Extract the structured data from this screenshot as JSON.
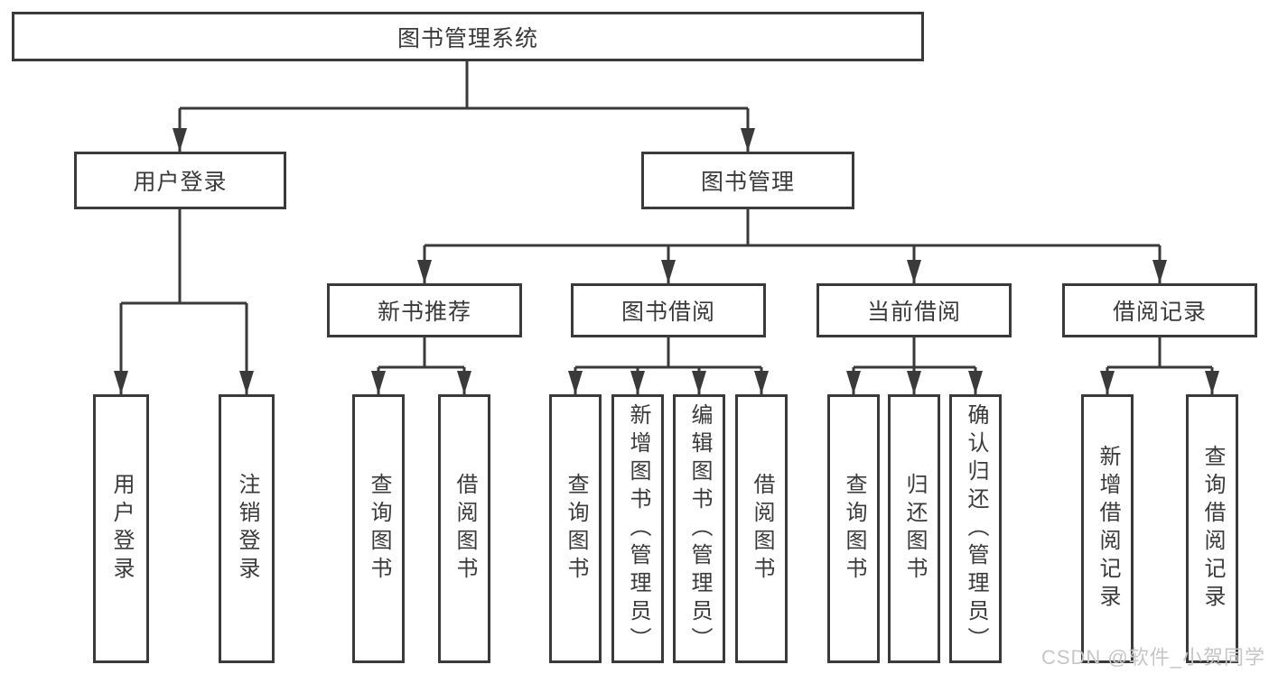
{
  "diagram": {
    "root": {
      "label": "图书管理系统"
    },
    "branches": [
      {
        "label": "用户登录",
        "children": [
          {
            "label": "用户登录"
          },
          {
            "label": "注销登录"
          }
        ]
      },
      {
        "label": "图书管理",
        "children": [
          {
            "label": "新书推荐",
            "children": [
              {
                "label": "查询图书"
              },
              {
                "label": "借阅图书"
              }
            ]
          },
          {
            "label": "图书借阅",
            "children": [
              {
                "label": "查询图书"
              },
              {
                "label": "新增图书（管理员）"
              },
              {
                "label": "编辑图书（管理员）"
              },
              {
                "label": "借阅图书"
              }
            ]
          },
          {
            "label": "当前借阅",
            "children": [
              {
                "label": "查询图书"
              },
              {
                "label": "归还图书"
              },
              {
                "label": "确认归还（管理员）"
              }
            ]
          },
          {
            "label": "借阅记录",
            "children": [
              {
                "label": "新增借阅记录"
              },
              {
                "label": "查询借阅记录"
              }
            ]
          }
        ]
      }
    ]
  },
  "watermark": {
    "text": "CSDN @软件_小贺同学"
  },
  "colors": {
    "line": "#3a3a3a",
    "text": "#3a3a3a",
    "box_background": "#ffffff",
    "page_background": "#ffffff",
    "watermark": "#c6c6c6"
  }
}
